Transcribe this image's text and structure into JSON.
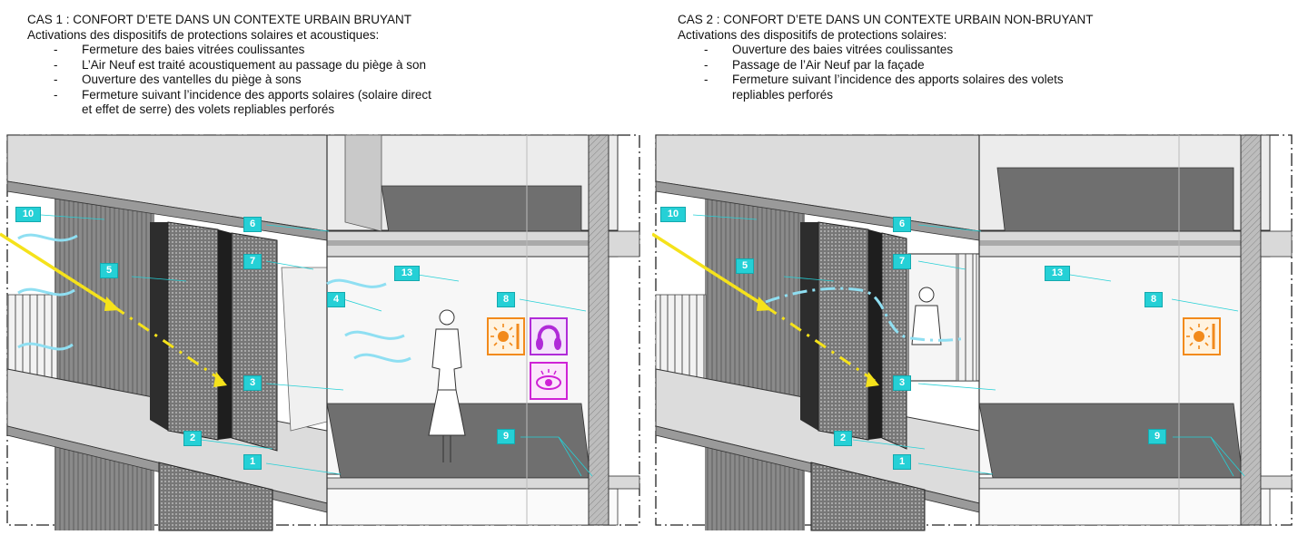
{
  "cases": [
    {
      "title": "CAS 1 : CONFORT D’ETE DANS UN CONTEXTE URBAIN BRUYANT",
      "intro": "Activations des dispositifs de protections solaires et acoustiques:",
      "items": [
        "Fermeture des baies vitrées coulissantes",
        "L’Air Neuf est traité acoustiquement au passage du piège à son",
        "Ouverture des vantelles du piège à sons",
        "Fermeture suivant l’incidence des apports solaires (solaire direct et effet de serre) des volets repliables perforés"
      ],
      "labels": {
        "n10": "10",
        "n6": "6",
        "n5": "5",
        "n7": "7",
        "n13": "13",
        "n4": "4",
        "n8": "8",
        "n3": "3",
        "n2": "2",
        "n9": "9",
        "n1": "1"
      },
      "icons": [
        "sun-protection-icon",
        "ear-protection-icon",
        "eye-icon"
      ]
    },
    {
      "title": "CAS 2 : CONFORT D’ETE DANS UN CONTEXTE URBAIN NON-BRUYANT",
      "intro": "Activations des dispositifs de protections solaires:",
      "items": [
        "Ouverture des baies vitrées coulissantes",
        "Passage de l’Air Neuf par la façade",
        "Fermeture suivant l’incidence des apports solaires des volets repliables perforés"
      ],
      "labels": {
        "n10": "10",
        "n6": "6",
        "n5": "5",
        "n7": "7",
        "n13": "13",
        "n8": "8",
        "n3": "3",
        "n2": "2",
        "n9": "9",
        "n1": "1"
      },
      "icons": [
        "sun-protection-icon"
      ]
    }
  ],
  "colors": {
    "label_fill": "#25d0d6",
    "sun_ray": "#f5e21b",
    "air_flow": "#8fdff2",
    "sun_icon": "#f28a1b",
    "acoustic_icon": "#b02bd8"
  }
}
